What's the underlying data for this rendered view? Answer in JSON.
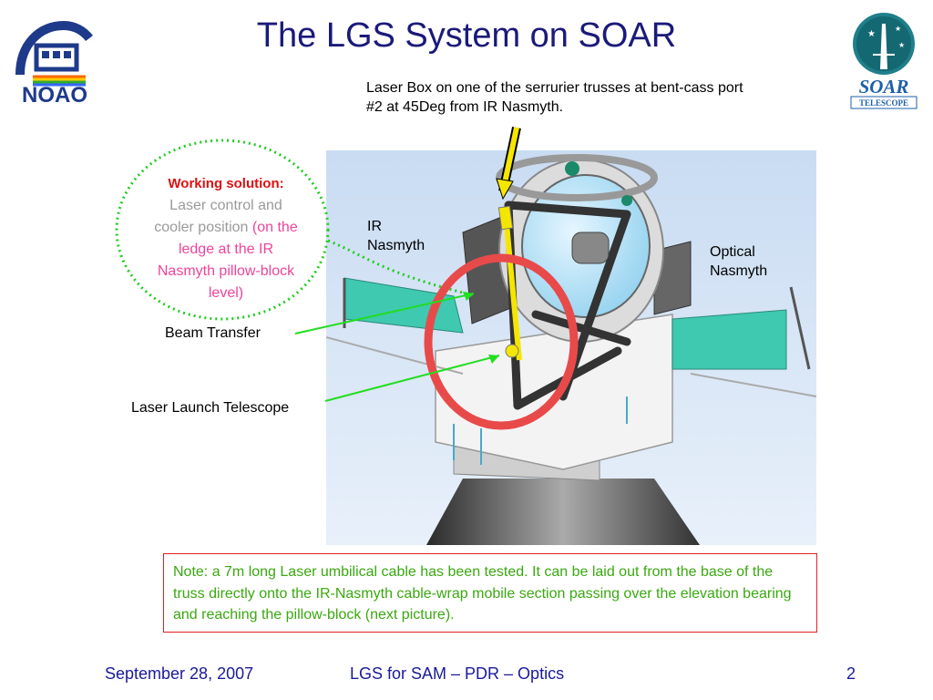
{
  "slide": {
    "title": "The LGS System on SOAR",
    "logos": {
      "left": {
        "text": "NOAO",
        "icon": "noao-logo-icon"
      },
      "right": {
        "text": "SOAR",
        "subtext": "TELESCOPE",
        "icon": "soar-telescope-logo-icon"
      }
    },
    "annotations": {
      "laser_box": "Laser Box on one  of  the serrurier trusses at bent-cass port #2 at 45Deg from IR Nasmyth.",
      "ir_nasmyth": "IR Nasmyth",
      "optical_nasmyth": "Optical Nasmyth",
      "working_heading": "Working solution:",
      "working_gray": "Laser control and cooler position ",
      "working_pink": "(on the ledge at the IR Nasmyth pillow-block level)",
      "beam_transfer": "Beam Transfer",
      "laser_launch": "Laser Launch Telescope"
    },
    "note": "Note: a 7m long Laser umbilical cable has been tested. It can be laid out from the base of the truss directly onto the IR-Nasmyth cable-wrap mobile section passing over the elevation bearing and reaching the pillow-block (next picture).",
    "footer": {
      "date": "September 28, 2007",
      "title": "LGS for SAM – PDR – Optics",
      "page": "2"
    },
    "colors": {
      "title": "#1a1a7a",
      "accent_red": "#e01010",
      "note_text": "#3aa810",
      "highlight_pink": "#ee4499",
      "dotted_green": "#22cc22"
    }
  }
}
